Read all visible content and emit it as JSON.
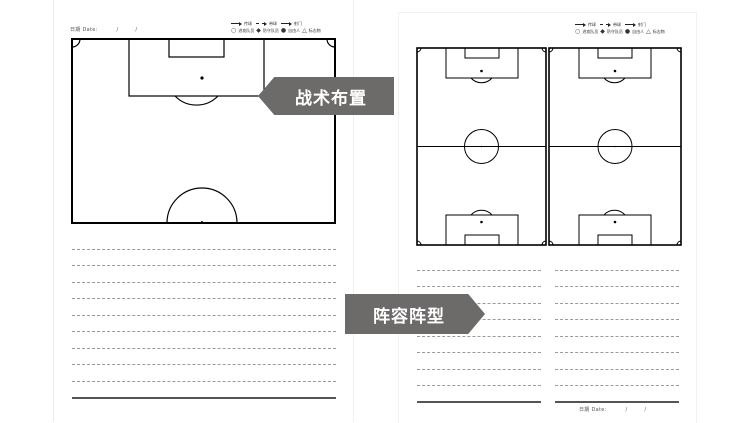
{
  "left_page": {
    "date_label": "日期 Date:",
    "date_sep1": "/",
    "date_sep2": "/",
    "legend": {
      "pass": "传球",
      "dribble": "带球",
      "shoot": "射门",
      "attacker_icon": "○",
      "attacker": "进攻队员",
      "defender_icon": "◆",
      "defender": "防守队员",
      "free_icon": "●",
      "free": "自由人",
      "marker_icon": "△",
      "marker": "标志物"
    },
    "banner": "战术布置",
    "note_lines": 10
  },
  "right_page": {
    "legend": {
      "pass": "传球",
      "dribble": "带球",
      "shoot": "射门",
      "attacker_icon": "○",
      "attacker": "进攻队员",
      "defender_icon": "◆",
      "defender": "防守队员",
      "free_icon": "●",
      "free": "自由人",
      "marker_icon": "△",
      "marker": "标志物"
    },
    "banner": "阵容阵型",
    "date_label": "日期 Date:",
    "date_sep1": "/",
    "date_sep2": "/",
    "note_columns": 2,
    "note_lines_per_column": 9
  },
  "colors": {
    "banner_bg": "#6d6a6a",
    "line": "#000000",
    "rule": "#9a9a9a"
  }
}
